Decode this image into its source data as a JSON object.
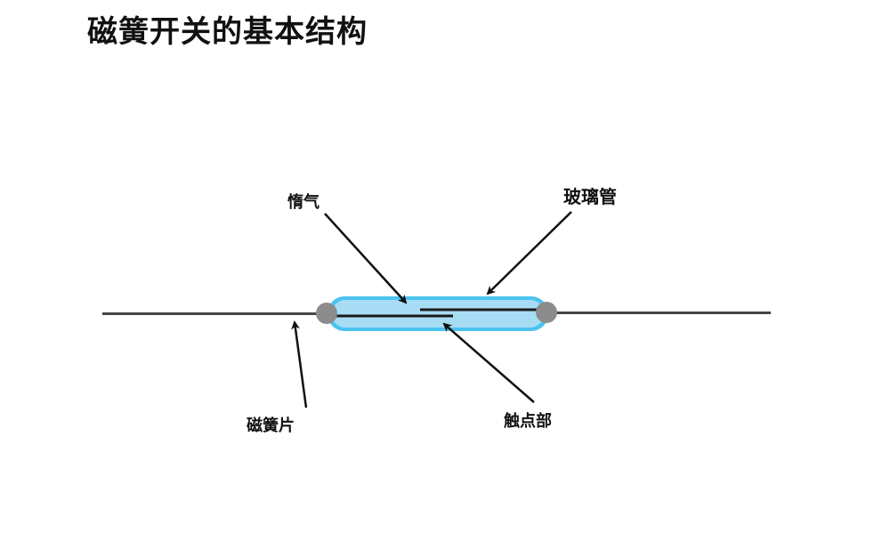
{
  "title": "磁簧开关的基本结构",
  "labels": {
    "inert_gas": "惰气",
    "glass_tube": "玻璃管",
    "reed": "磁簧片",
    "contact": "触点部"
  },
  "colors": {
    "tube_fill": "#a8dcf5",
    "tube_edge": "#4cc3ef",
    "cap": "#8c8c8c",
    "wire": "#444444",
    "reed": "#1a1a1a"
  }
}
